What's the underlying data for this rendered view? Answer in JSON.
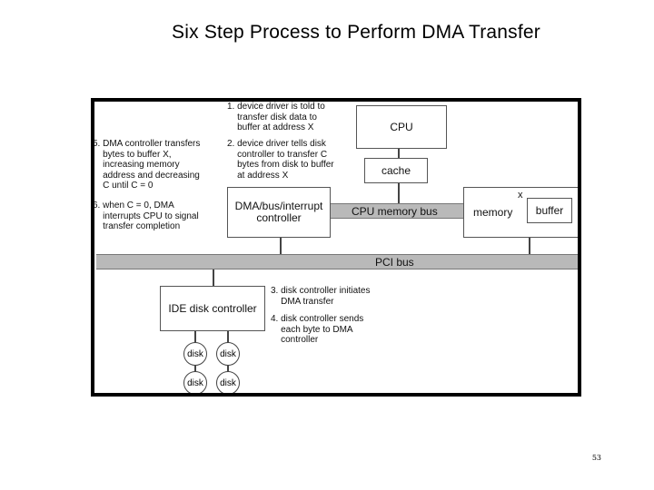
{
  "title": "Six Step Process to Perform DMA Transfer",
  "page_number": "53",
  "diagram": {
    "boxes": {
      "cpu": "CPU",
      "cache": "cache",
      "dma_controller": "DMA/bus/interrupt controller",
      "memory": "memory",
      "buffer": "buffer",
      "ide": "IDE disk controller",
      "buffer_marker": "x"
    },
    "buses": {
      "cpu_memory": "CPU memory bus",
      "pci": "PCI bus"
    },
    "disks": [
      "disk",
      "disk",
      "disk",
      "disk"
    ],
    "steps": {
      "s1": "1. device driver is told to\n    transfer disk data to\n    buffer at address X",
      "s2": "2. device driver tells disk\n    controller to transfer C\n    bytes from disk to buffer\n    at address X",
      "s3": "3. disk controller initiates\n    DMA transfer",
      "s4": "4. disk controller sends\n    each byte to DMA\n    controller",
      "s5": "5. DMA controller transfers\n    bytes to buffer X,\n    increasing memory\n    address and decreasing\n    C until C = 0",
      "s6": "6. when C = 0, DMA\n    interrupts CPU to signal\n    transfer completion"
    }
  }
}
